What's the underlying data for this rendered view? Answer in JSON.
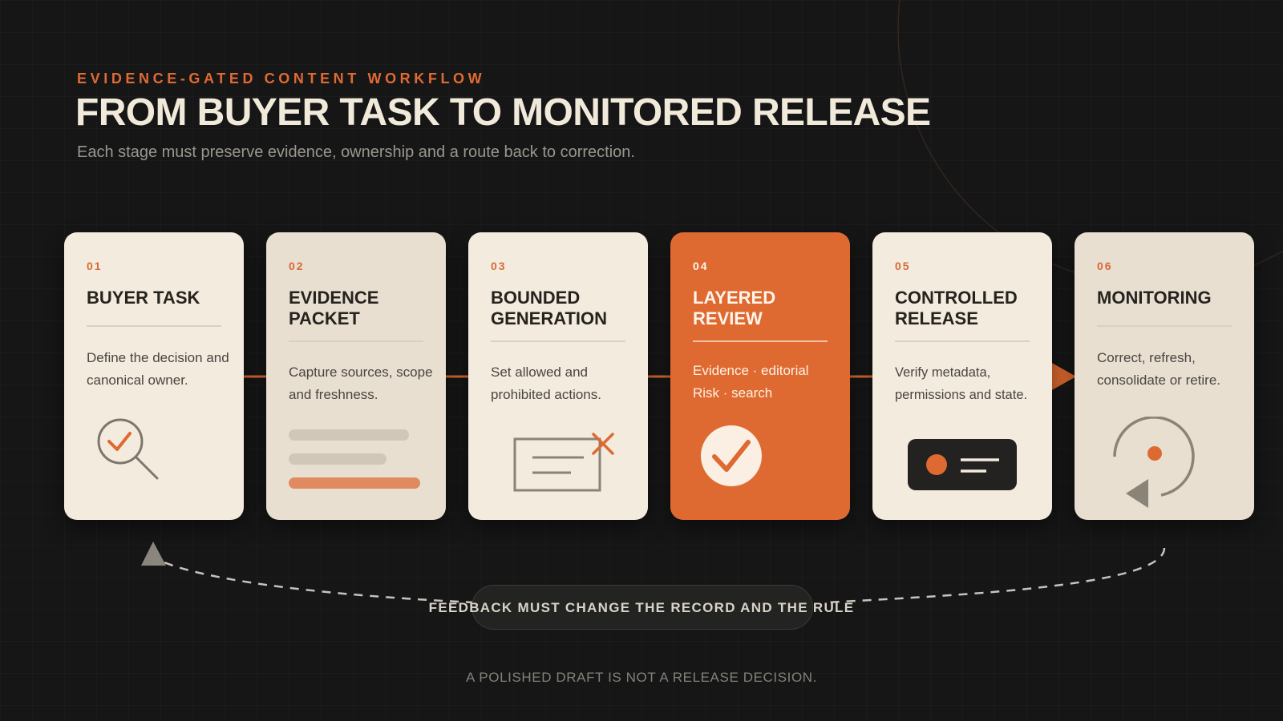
{
  "header": {
    "eyebrow": "EVIDENCE-GATED CONTENT WORKFLOW",
    "title": "FROM BUYER TASK TO MONITORED RELEASE",
    "subtitle": "Each stage must preserve evidence, ownership and a route back to correction."
  },
  "stages": [
    {
      "number": "01",
      "title": "BUYER TASK",
      "description": "Define the decision and canonical owner.",
      "icon": "magnifier-check-icon"
    },
    {
      "number": "02",
      "title": "EVIDENCE PACKET",
      "description": "Capture sources, scope and freshness.",
      "icon": "document-lines-icon"
    },
    {
      "number": "03",
      "title": "BOUNDED GENERATION",
      "description": "Set allowed and prohibited actions.",
      "icon": "bounded-box-x-icon"
    },
    {
      "number": "04",
      "title": "LAYERED REVIEW",
      "description_lines": [
        "Evidence · editorial",
        "Risk · search"
      ],
      "icon": "check-circle-icon",
      "highlighted": true
    },
    {
      "number": "05",
      "title": "CONTROLLED RELEASE",
      "description": "Verify metadata, permissions and state.",
      "icon": "toggle-status-icon"
    },
    {
      "number": "06",
      "title": "MONITORING",
      "description": "Correct, refresh, consolidate or retire.",
      "icon": "refresh-loop-icon"
    }
  ],
  "feedback": {
    "label": "FEEDBACK MUST CHANGE THE RECORD AND THE RULE"
  },
  "footer": {
    "text": "A POLISHED DRAFT IS NOT A RELEASE DECISION."
  },
  "colors": {
    "background": "#161616",
    "accent": "#de6a31",
    "card_light": "#f2ebde",
    "card_beige": "#e8dfd1",
    "title_text": "#f1eadb"
  }
}
